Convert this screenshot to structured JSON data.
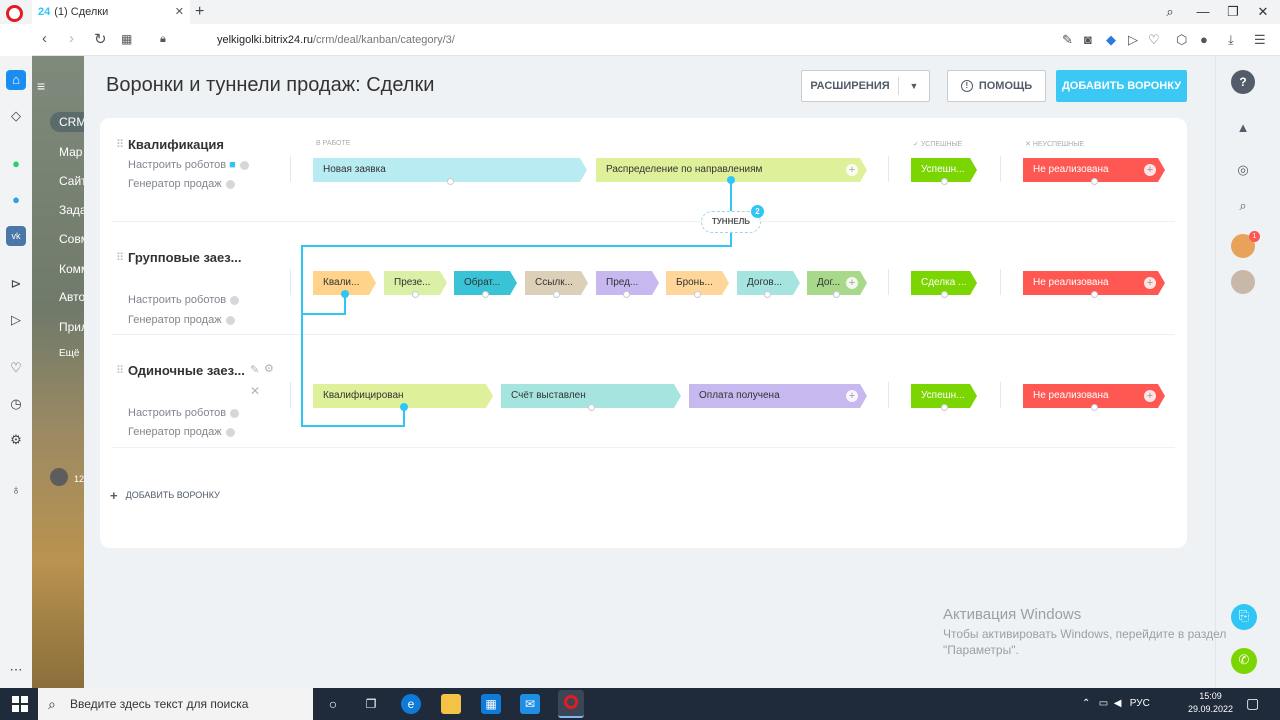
{
  "browser": {
    "tab_icon_text": "24",
    "tab_title": "(1) Сделки",
    "tab_close": "✕",
    "new_tab": "+",
    "url_host": "yelkigolki.bitrix24.ru",
    "url_path": "/crm/deal/kanban/category/3/"
  },
  "left_menu": {
    "crm_chip": "CRM",
    "items": [
      "Мар",
      "Сайт",
      "Зада",
      "Совм",
      "Комм",
      "Авто",
      "Прил",
      "Ещё"
    ],
    "counter": "12"
  },
  "header": {
    "title": "Воронки и туннели продаж: Сделки",
    "extensions_label": "Расширения",
    "help_label": "Помощь",
    "add_funnel_label": "Добавить воронку"
  },
  "sections": {
    "in_work": "в работе",
    "success": "успешные",
    "fail": "неуспешные"
  },
  "funnels": [
    {
      "name": "Квалификация",
      "robots": "Настроить роботов",
      "generator": "Генератор продаж",
      "stages": [
        {
          "label": "Новая заявка",
          "color": "#b9ecf2"
        },
        {
          "label": "Распределение по направлениям",
          "color": "#dff09a"
        }
      ],
      "success_stage": "Успешн...",
      "fail_stage": "Не реализована"
    },
    {
      "name": "Групповые заез...",
      "robots": "Настроить роботов",
      "generator": "Генератор продаж",
      "stages": [
        {
          "label": "Квали...",
          "color": "#ffd38a"
        },
        {
          "label": "Презе...",
          "color": "#d9f0a6"
        },
        {
          "label": "Обрат...",
          "color": "#38c4d6"
        },
        {
          "label": "Ссылк...",
          "color": "#ddd0b8"
        },
        {
          "label": "Пред...",
          "color": "#c7b8f0"
        },
        {
          "label": "Бронь...",
          "color": "#ffd69a"
        },
        {
          "label": "Догов...",
          "color": "#a6e4e0"
        },
        {
          "label": "Дог...",
          "color": "#a8d88a"
        }
      ],
      "success_stage": "Сделка ...",
      "fail_stage": "Не реализована"
    },
    {
      "name": "Одиночные заез...",
      "robots": "Настроить роботов",
      "generator": "Генератор продаж",
      "stages": [
        {
          "label": "Квалифицирован",
          "color": "#dff09a"
        },
        {
          "label": "Счёт выставлен",
          "color": "#a6e4e0"
        },
        {
          "label": "Оплата получена",
          "color": "#c7b8f0"
        }
      ],
      "success_stage": "Успешн...",
      "fail_stage": "Не реализована"
    }
  ],
  "tunnel": {
    "label": "ТУННЕЛЬ",
    "count": "2"
  },
  "add_funnel_bottom": "Добавить воронку",
  "right_panel": {
    "avatar_badge": "1"
  },
  "watermark": {
    "title": "Активация Windows",
    "text": "Чтобы активировать Windows, перейдите в раздел \"Параметры\"."
  },
  "taskbar": {
    "search_placeholder": "Введите здесь текст для поиска",
    "lang": "РУС",
    "time": "15:09",
    "date": "29.09.2022"
  },
  "colors": {
    "accent": "#2fc6f6",
    "success": "#7bd500",
    "fail": "#ff5752"
  }
}
